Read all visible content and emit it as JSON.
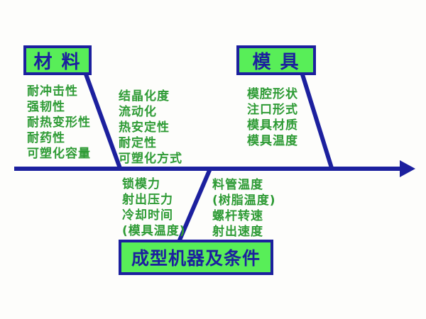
{
  "colors": {
    "line": "#1c209e",
    "box_fill": "#58ee58",
    "box_border": "#1c209e",
    "box_text": "#1c209e",
    "item_text": "#2e9b35",
    "background": "#fdfdfb"
  },
  "boxes": {
    "materials": "材 料",
    "mold": "模 具",
    "machine": "成型机器及条件"
  },
  "columns": {
    "materials_left": [
      "耐冲击性",
      "强韧性",
      "耐热变形性",
      "耐药性",
      "可塑化容量"
    ],
    "materials_right": [
      "结晶化度",
      "流动化",
      "热安定性",
      "耐定性",
      "可塑化方式"
    ],
    "mold": [
      "模腔形状",
      "注口形式",
      "模具材质",
      "模具温度"
    ],
    "machine_left": [
      "锁模力",
      "射出压力",
      "冷却时间",
      "(模具温度)"
    ],
    "machine_right": [
      "料管温度",
      "(树脂温度)",
      "螺杆转速",
      "射出速度"
    ]
  }
}
